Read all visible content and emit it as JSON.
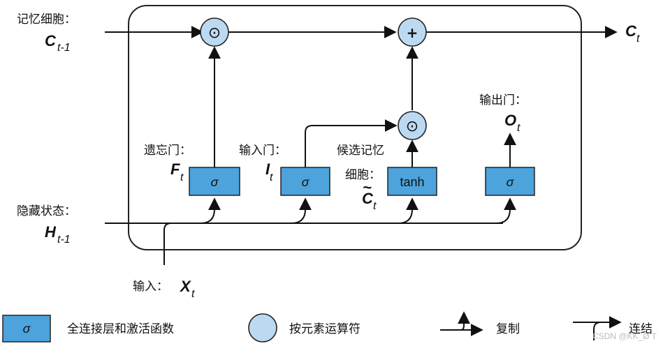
{
  "cell_state_input": {
    "label": "记忆细胞：",
    "var": "C",
    "sub": "t-1"
  },
  "cell_state_output": {
    "var": "C",
    "sub": "t"
  },
  "hidden_state_input": {
    "label": "隐藏状态：",
    "var": "H",
    "sub": "t-1"
  },
  "input_x": {
    "label": "输入：",
    "var": "X",
    "sub": "t"
  },
  "forget_gate": {
    "label": "遗忘门：",
    "var": "F",
    "sub": "t",
    "symbol": "σ"
  },
  "input_gate": {
    "label": "输入门：",
    "var": "I",
    "sub": "t",
    "symbol": "σ"
  },
  "candidate": {
    "label_line1": "候选记忆",
    "label_line2": "细胞：",
    "var": "C",
    "tilde": "~",
    "sub": "t",
    "symbol": "tanh"
  },
  "output_gate": {
    "label": "输出门：",
    "var": "O",
    "sub": "t",
    "symbol": "σ"
  },
  "ops": {
    "multiply": "⊙",
    "add": "+"
  },
  "legend": {
    "fc_symbol": "σ",
    "fc_label": "全连接层和激活函数",
    "elementwise_label": "按元素运算符",
    "copy_label": "复制",
    "concat_label": "连结"
  },
  "watermark": "CSDN @KK_Ø T",
  "colors": {
    "box": "#4da3dc",
    "circle": "#bcd9f2",
    "line": "#111111"
  }
}
